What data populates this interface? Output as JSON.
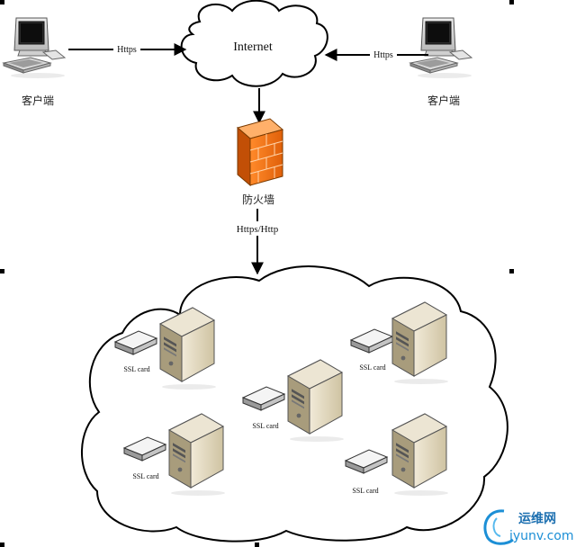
{
  "nodes": {
    "internet_label": "Internet",
    "client_left_label": "客户端",
    "client_right_label": "客户端",
    "firewall_label": "防火墙"
  },
  "edges": {
    "left_client_to_internet": "Https",
    "right_client_to_internet": "Https",
    "firewall_to_servers": "Https/Http"
  },
  "servers": {
    "ssl_card_labels": [
      "SSL card",
      "SSL card",
      "SSL card",
      "SSL card",
      "SSL card"
    ]
  },
  "watermark": {
    "brand_cn": "运维网",
    "brand_url": "iyunv.com"
  },
  "colors": {
    "firewall_orange": "#f07a1a",
    "server_beige": "#ddd3b8",
    "accent_blue": "#1c8fd6"
  }
}
